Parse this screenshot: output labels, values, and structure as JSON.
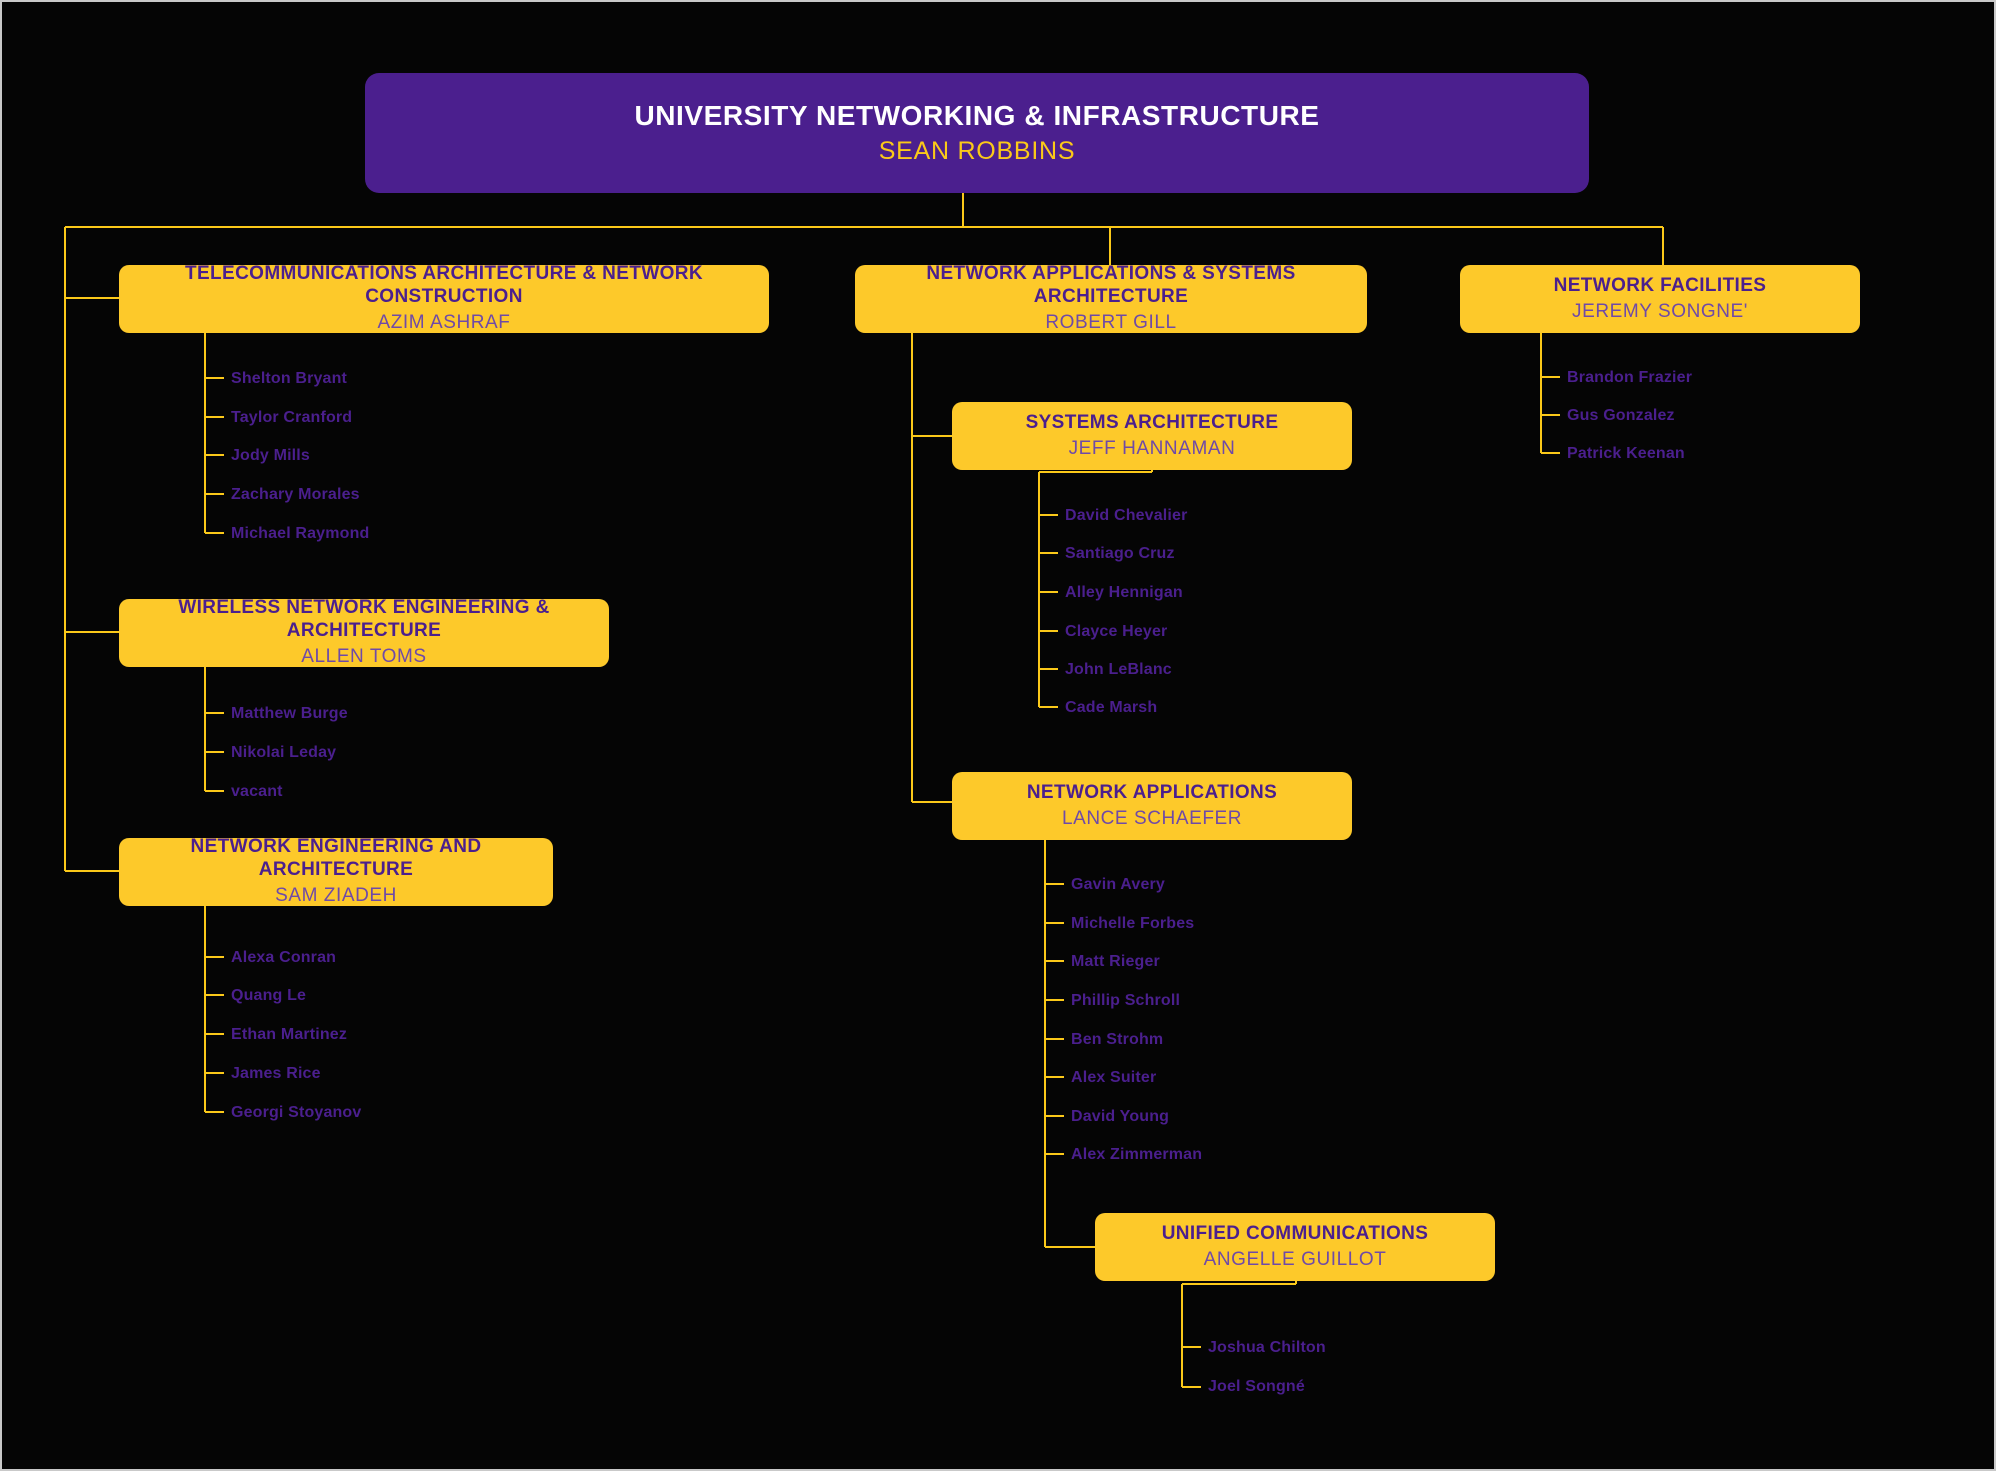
{
  "palette": {
    "background": "#050505",
    "frame_border": "#c9c9c9",
    "root_box": "#4b1f8e",
    "unit_box": "#fdc92a",
    "connector": "#fbc919",
    "root_title_text": "#ffffff",
    "root_name_text": "#fbc919",
    "unit_title_text": "#4b1f8e",
    "unit_name_text": "#6f4aa8",
    "staff_text": "#4b1f8e"
  },
  "chart_data": {
    "type": "org-chart",
    "title": "UNIVERSITY NETWORKING & INFRASTRUCTURE",
    "root": {
      "title": "UNIVERSITY NETWORKING & INFRASTRUCTURE",
      "name": "SEAN ROBBINS"
    }
  },
  "root": {
    "title": "UNIVERSITY NETWORKING & INFRASTRUCTURE",
    "name": "SEAN ROBBINS"
  },
  "units": {
    "telecom": {
      "title": "TELECOMMUNICATIONS ARCHITECTURE & NETWORK CONSTRUCTION",
      "name": "AZIM ASHRAF",
      "staff": [
        "Shelton Bryant",
        "Taylor Cranford",
        "Jody Mills",
        "Zachary Morales",
        "Michael Raymond"
      ]
    },
    "wireless": {
      "title": "WIRELESS NETWORK ENGINEERING & ARCHITECTURE",
      "name": "ALLEN TOMS",
      "staff": [
        "Matthew Burge",
        "Nikolai Leday",
        "vacant"
      ]
    },
    "netengarch": {
      "title": "NETWORK ENGINEERING AND ARCHITECTURE",
      "name": "SAM ZIADEH",
      "staff": [
        "Alexa Conran",
        "Quang Le",
        "Ethan Martinez",
        "James Rice",
        "Georgi Stoyanov"
      ]
    },
    "netappsys": {
      "title": "NETWORK APPLICATIONS & SYSTEMS ARCHITECTURE",
      "name": "ROBERT GILL",
      "staff": []
    },
    "sysarch": {
      "title": "SYSTEMS ARCHITECTURE",
      "name": "JEFF HANNAMAN",
      "staff": [
        "David Chevalier",
        "Santiago Cruz",
        "Alley Hennigan",
        "Clayce Heyer",
        "John LeBlanc",
        "Cade Marsh"
      ]
    },
    "netapps": {
      "title": "NETWORK APPLICATIONS",
      "name": "LANCE SCHAEFER",
      "staff": [
        "Gavin Avery",
        "Michelle Forbes",
        "Matt Rieger",
        "Phillip Schroll",
        "Ben Strohm",
        "Alex Suiter",
        "David Young",
        "Alex Zimmerman"
      ]
    },
    "unifiedcomm": {
      "title": "UNIFIED COMMUNICATIONS",
      "name": "ANGELLE GUILLOT",
      "staff": [
        "Joshua Chilton",
        "Joel Songné"
      ]
    },
    "netfacilities": {
      "title": "NETWORK FACILITIES",
      "name": "JEREMY SONGNE'",
      "staff": [
        "Brandon Frazier",
        "Gus Gonzalez",
        "Patrick Keenan"
      ]
    }
  }
}
